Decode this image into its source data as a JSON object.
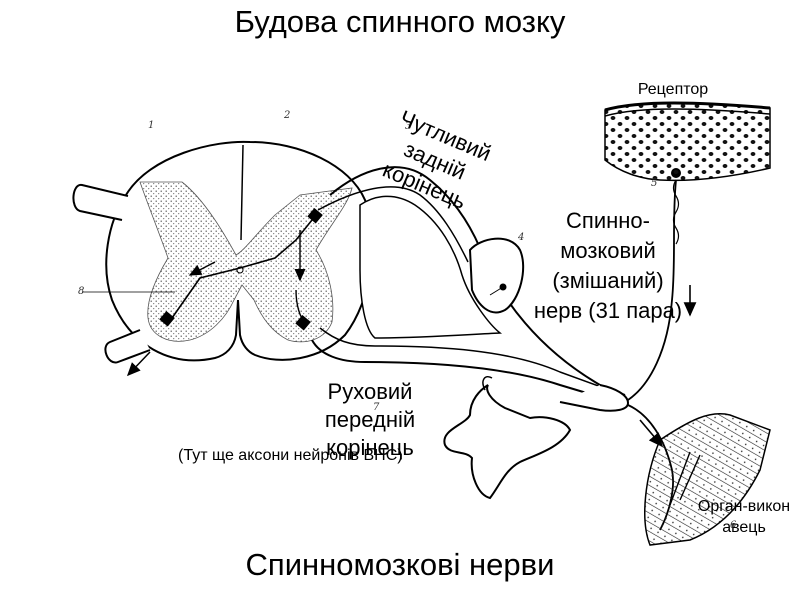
{
  "title": "Будова спинного мозку",
  "subtitle": "Спинномозкові нерви",
  "labels": {
    "sensory_root": "Чутливий задній корінець",
    "motor_root": "Руховий передній корінець",
    "motor_root_note": "(Тут ще аксони нейронів ВНС)",
    "spinal_nerve": "Спинно-мозковий (змішаний) нерв (31 пара)",
    "receptor": "Рецептор",
    "effector": "Орган-виконавець"
  },
  "figure_numbers": {
    "n1": "1",
    "n2": "2",
    "n3": "3",
    "n4": "4",
    "n5": "5",
    "n6": "6",
    "n7": "7",
    "n8": "8"
  }
}
